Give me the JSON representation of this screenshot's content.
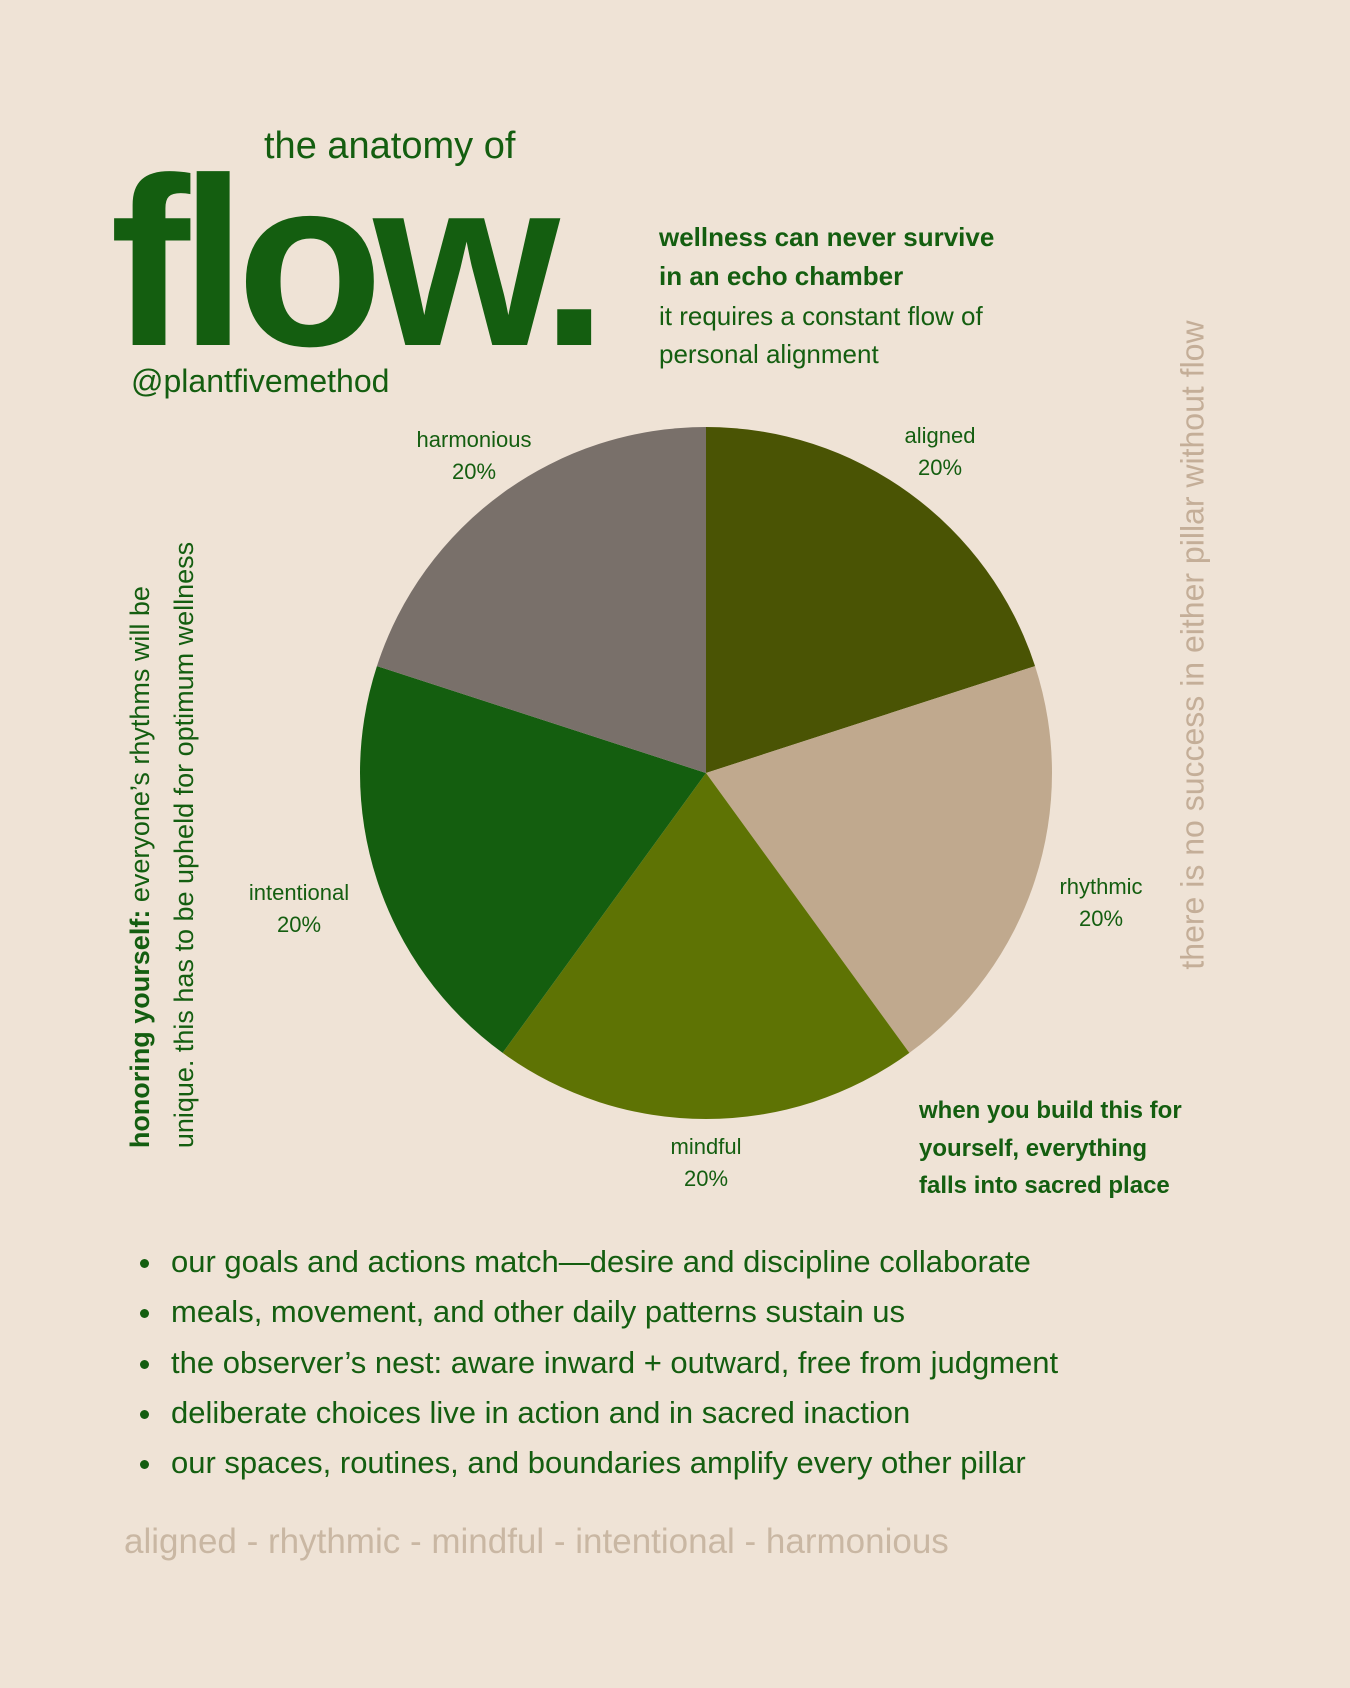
{
  "header": {
    "title": "flow.",
    "subtitle": "the anatomy of",
    "handle": "@plantfivemethod"
  },
  "intro": {
    "bold_lines": [
      "wellness can never survive",
      "in an echo chamber"
    ],
    "lines": [
      "it requires a constant flow of",
      "personal alignment"
    ]
  },
  "side_right": "there is no success in either pillar without flow",
  "side_left": {
    "bold": "honoring yourself:",
    "line1": " everyone’s rhythms will be",
    "line2": "unique. this has to be upheld for optimum wellness"
  },
  "callout": [
    "when you build this for",
    "yourself, everything",
    "falls into sacred place"
  ],
  "bullets": [
    "our goals and actions match—desire and discipline collaborate",
    "meals, movement, and other daily patterns sustain us",
    "the observer’s nest: aware inward + outward, free from judgment",
    "deliberate choices live in action and in sacred inaction",
    "our spaces, routines, and boundaries amplify every other pillar"
  ],
  "footer": "aligned - rhythmic - mindful - intentional - harmonious",
  "chart_data": {
    "type": "pie",
    "categories": [
      "aligned",
      "rhythmic",
      "mindful",
      "intentional",
      "harmonious"
    ],
    "values": [
      20,
      20,
      20,
      20,
      20
    ],
    "labels": [
      "20%",
      "20%",
      "20%",
      "20%",
      "20%"
    ],
    "colors": [
      "#4a5404",
      "#c0a98e",
      "#5e7304",
      "#145e0f",
      "#79706a"
    ],
    "start": "top",
    "direction": "clockwise"
  }
}
